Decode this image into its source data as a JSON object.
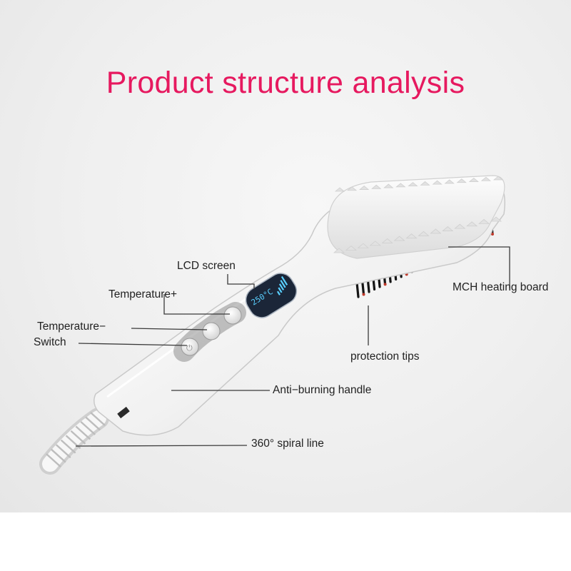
{
  "headline": "Product structure analysis",
  "colors": {
    "headline": "#e6195f",
    "leader_line": "#3a3a3a",
    "body": "#f4f4f4",
    "body_shadow": "#cfcfcf",
    "bristle": "#151515",
    "lcd": "#1b2638",
    "lcd_text": "#5ad0ff"
  },
  "lcd": {
    "reading": "250°C"
  },
  "callouts": {
    "lcd_screen": "LCD screen",
    "temperature_plus": "Temperature+",
    "temperature_minus": "Temperature−",
    "switch": "Switch",
    "mch_heating_board": "MCH heating board",
    "protection_tips": "protection tips",
    "anti_burning_handle": "Anti−burning handle",
    "spiral_line": "360°  spiral line"
  }
}
